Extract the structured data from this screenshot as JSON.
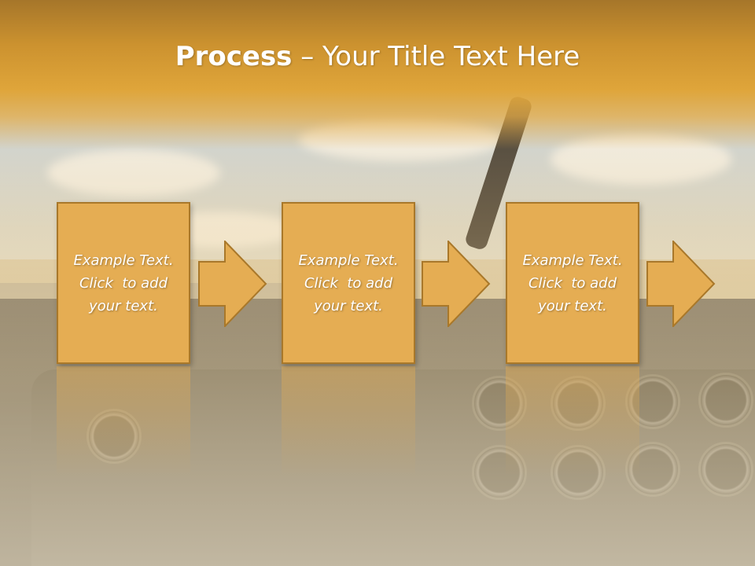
{
  "title": {
    "bold": "Process",
    "rest": " – Your Title Text Here"
  },
  "steps": [
    {
      "line1": "Example Text.",
      "line2": "Click  to add",
      "line3": "your text."
    },
    {
      "line1": "Example Text.",
      "line2": "Click  to add",
      "line3": "your text."
    },
    {
      "line1": "Example Text.",
      "line2": "Click  to add",
      "line3": "your text."
    }
  ],
  "colors": {
    "header": "#dfa53a",
    "box_fill": "#e5ad53",
    "box_border": "#a9782a",
    "text": "#ffffff"
  }
}
